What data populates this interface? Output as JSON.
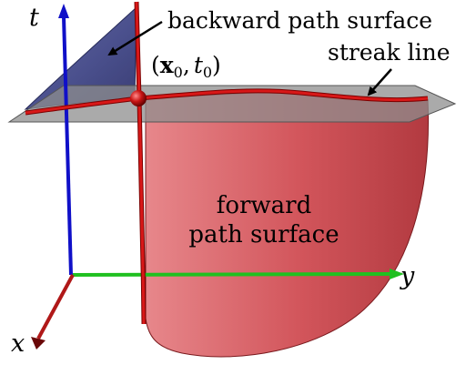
{
  "labels": {
    "backward_surface": "backward path surface",
    "point_prefix": "(",
    "point_x": "x",
    "point_x_sub": "0",
    "point_t": "t",
    "point_t_sub": "0",
    "point_comma": ",",
    "point_suffix": ")",
    "streak_line": "streak line",
    "forward_line1": "forward",
    "forward_line2": "path surface"
  },
  "axes": {
    "t": "t",
    "y": "y",
    "x": "x"
  },
  "colors": {
    "t_axis": "#1010c8",
    "y_axis": "#20c020",
    "x_axis": "#b01818",
    "backward_surface": "#3a3f8a",
    "forward_surface": "#d7565c",
    "plane": "#9a9a9a",
    "curve": "#c01010"
  }
}
